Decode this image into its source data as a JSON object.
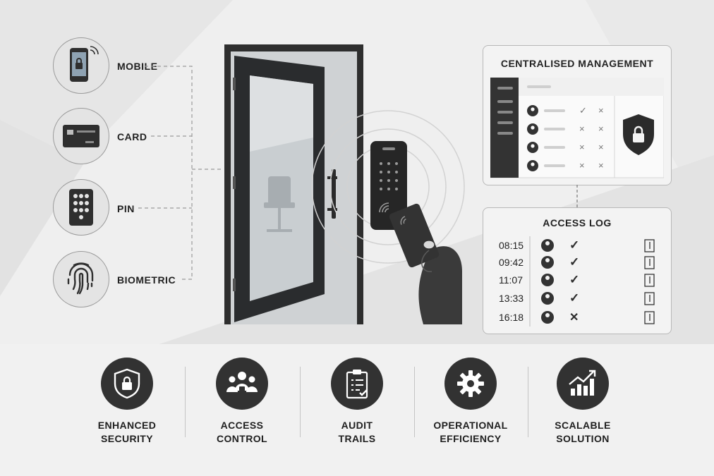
{
  "methods": [
    {
      "label": "MOBILE",
      "icon": "mobile-lock-icon"
    },
    {
      "label": "CARD",
      "icon": "card-icon"
    },
    {
      "label": "PIN",
      "icon": "keypad-icon"
    },
    {
      "label": "BIOMETRIC",
      "icon": "fingerprint-icon"
    }
  ],
  "management": {
    "title": "CENTRALISED MANAGEMENT",
    "rows": [
      {
        "check": "✓",
        "cross": "×"
      },
      {
        "check": "×",
        "cross": "×"
      },
      {
        "check": "×",
        "cross": "×"
      },
      {
        "check": "×",
        "cross": "×"
      }
    ]
  },
  "access_log": {
    "title": "ACCESS LOG",
    "entries": [
      {
        "time": "08:15",
        "status": "✓"
      },
      {
        "time": "09:42",
        "status": "✓"
      },
      {
        "time": "11:07",
        "status": "✓"
      },
      {
        "time": "13:33",
        "status": "✓"
      },
      {
        "time": "16:18",
        "status": "✕"
      }
    ]
  },
  "benefits": [
    {
      "line1": "ENHANCED",
      "line2": "SECURITY",
      "icon": "shield-lock-icon"
    },
    {
      "line1": "ACCESS",
      "line2": "CONTROL",
      "icon": "users-icon"
    },
    {
      "line1": "AUDIT",
      "line2": "TRAILS",
      "icon": "clipboard-checklist-icon"
    },
    {
      "line1": "OPERATIONAL",
      "line2": "EFFICIENCY",
      "icon": "gear-icon"
    },
    {
      "line1": "SCALABLE",
      "line2": "SOLUTION",
      "icon": "growth-chart-icon"
    }
  ],
  "colors": {
    "background": "#efefef",
    "dark": "#323232",
    "accent_grey": "#9a9a9a"
  }
}
